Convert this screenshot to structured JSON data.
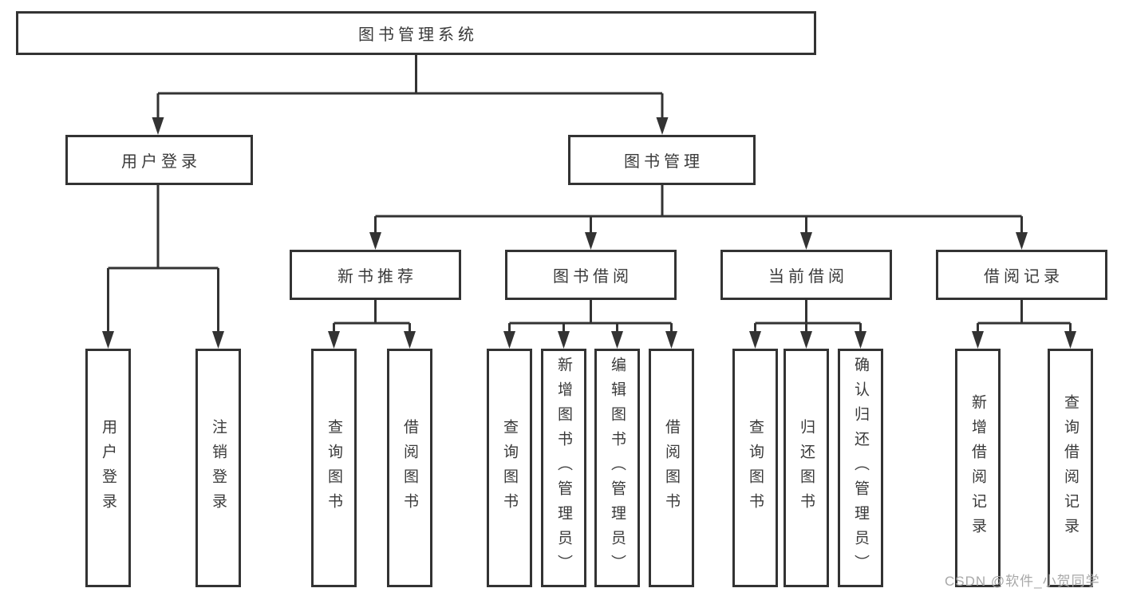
{
  "diagram": {
    "root": "图书管理系统",
    "user_login": {
      "label": "用户登录",
      "children": [
        "用户登录",
        "注销登录"
      ]
    },
    "book_mgmt": {
      "label": "图书管理",
      "groups": [
        {
          "label": "新书推荐",
          "children": [
            "查询图书",
            "借阅图书"
          ]
        },
        {
          "label": "图书借阅",
          "children": [
            "查询图书",
            "新增图书（管理员）",
            "编辑图书（管理员）",
            "借阅图书"
          ]
        },
        {
          "label": "当前借阅",
          "children": [
            "查询图书",
            "归还图书",
            "确认归还（管理员）"
          ]
        },
        {
          "label": "借阅记录",
          "children": [
            "新增借阅记录",
            "查询借阅记录"
          ]
        }
      ]
    }
  },
  "watermark": "CSDN @软件_小贺同学",
  "colors": {
    "line": "#333333",
    "text": "#3a3a3a",
    "background": "#ffffff",
    "watermark": "#a8a8a8"
  }
}
